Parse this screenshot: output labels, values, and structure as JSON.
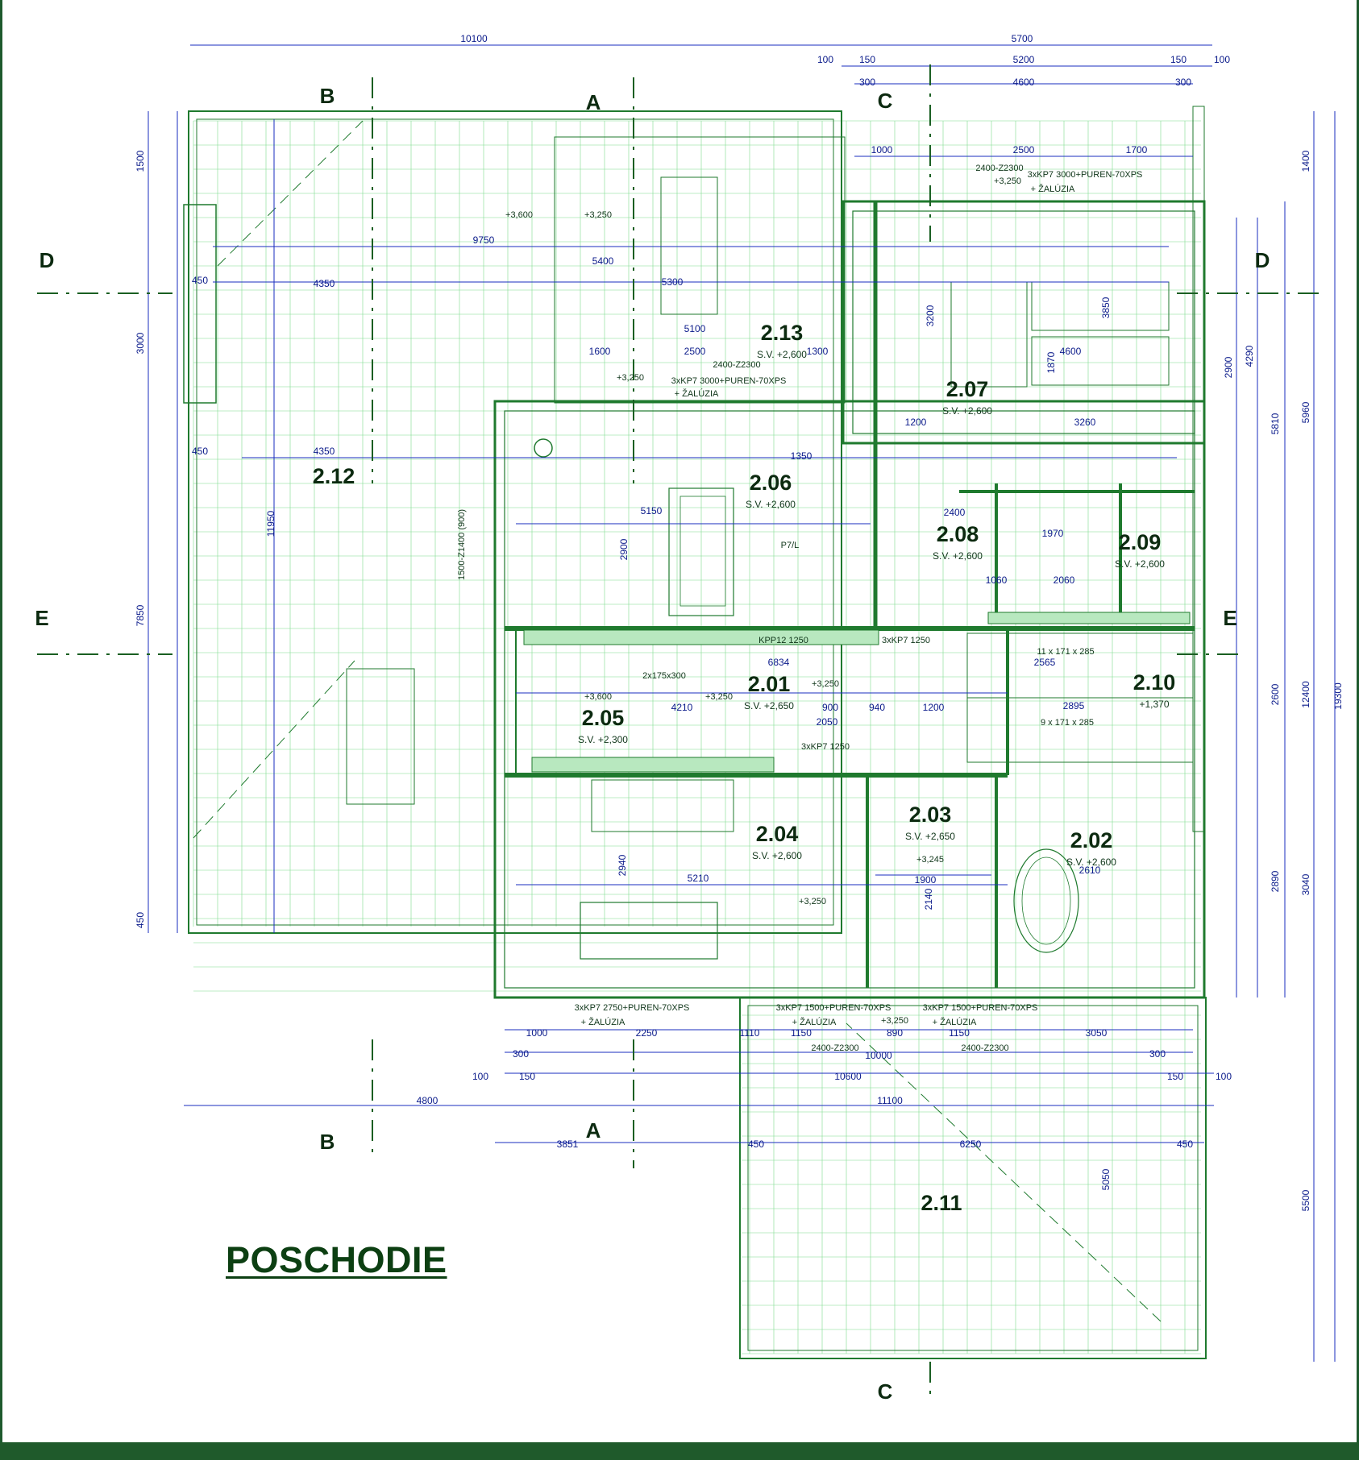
{
  "title": "POSCHODIE",
  "colors": {
    "wall": "#1f7a2e",
    "grid": "#42c75a",
    "dimension": "#1a2dbf",
    "text": "#0c2a10",
    "frame": "#1f5a2b"
  },
  "rooms": [
    {
      "id": "2.01",
      "sub": "S.V. +2,650"
    },
    {
      "id": "2.02",
      "sub": "S.V. +2,600"
    },
    {
      "id": "2.03",
      "sub": "S.V. +2,650"
    },
    {
      "id": "2.04",
      "sub": "S.V. +2,600"
    },
    {
      "id": "2.05",
      "sub": "S.V. +2,300"
    },
    {
      "id": "2.06",
      "sub": "S.V. +2,600"
    },
    {
      "id": "2.07",
      "sub": "S.V. +2,600"
    },
    {
      "id": "2.08",
      "sub": "S.V. +2,600"
    },
    {
      "id": "2.09",
      "sub": "S.V. +2,600"
    },
    {
      "id": "2.10",
      "sub": "+1,370"
    },
    {
      "id": "2.11",
      "sub": ""
    },
    {
      "id": "2.12",
      "sub": ""
    },
    {
      "id": "2.13",
      "sub": "S.V. +2,600"
    }
  ],
  "sections": {
    "a": "A",
    "b": "B",
    "c": "C",
    "d": "D",
    "e": "E"
  },
  "dims_top": {
    "d10100": "10100",
    "d5700": "5700",
    "d100a": "100",
    "d150a": "150",
    "d5200": "5200",
    "d150b": "150",
    "d100b": "100",
    "d300a": "300",
    "d4600": "4600",
    "d300b": "300",
    "d1000": "1000",
    "d2500": "2500",
    "d1700": "1700"
  },
  "dims_bottom": {
    "d1000": "1000",
    "d2250": "2250",
    "d1110": "1110",
    "d1150a": "1150",
    "d890": "890",
    "d1150b": "1150",
    "d3050": "3050",
    "d300a": "300",
    "d10000": "10000",
    "d300b": "300",
    "d100a": "100",
    "d150a": "150",
    "d10600": "10600",
    "d150b": "150",
    "d100b": "100",
    "d4800": "4800",
    "d11100": "11100",
    "d3851": "3851",
    "d450a": "450",
    "d6250": "6250",
    "d450b": "450"
  },
  "dims_left": {
    "d1500": "1500",
    "d3000": "3000",
    "d7850": "7850",
    "d450": "450",
    "d11950": "11950",
    "d4350a": "4350",
    "d4350b": "4350",
    "d9750": "9750",
    "d450a": "450",
    "d450b": "450"
  },
  "dims_right": {
    "d1400": "1400",
    "d5960": "5960",
    "d12400": "12400",
    "d19300": "19300",
    "d5810": "5810",
    "d4290": "4290",
    "d2900": "2900",
    "d2600": "2600",
    "d3040": "3040",
    "d2890": "2890",
    "d5500": "5500",
    "d5050": "5050"
  },
  "interior_dims": {
    "d5150": "5150",
    "d2900": "2900",
    "d1350": "1350",
    "d6834": "6834",
    "d4210": "4210",
    "d2050a": "2050",
    "d900a": "900",
    "d940": "940",
    "d1200": "1200",
    "d5210": "5210",
    "d2940": "2940",
    "d1900": "1900",
    "d2140": "2140",
    "d2610": "2610",
    "d3260": "3260",
    "d1200b": "1200",
    "d4600": "4600",
    "d3850": "3850",
    "d3200": "3200",
    "d1870": "1870",
    "d5400": "5400",
    "d5300": "5300",
    "d5100": "5100",
    "d2500": "2500",
    "d1600": "1600",
    "d1300": "1300",
    "d2400": "2400",
    "d1970": "1970",
    "d1060": "1060",
    "d2060": "2060",
    "d2565": "2565",
    "d2895": "2895"
  },
  "stairs": {
    "upper": "11 x 171 x 285",
    "lower": "9 x 171 x 285"
  },
  "level_tags": {
    "t1": "+3,600",
    "t2": "+3,250",
    "t3": "+3,250",
    "t4": "+3,250",
    "t5": "+3,600",
    "t6": "+3,250",
    "t7": "+3,250",
    "t8": "+3,245",
    "t9": "+3,250",
    "t10": "+3,250"
  },
  "window_notes": {
    "n1": "3xKP7  3000+PUREN-70XPS",
    "n1b": "+ ŽALÚZIA",
    "n2": "3xKP7  3000+PUREN-70XPS",
    "n2b": "+ ŽALÚZIA",
    "n3": "3xKP7  2750+PUREN-70XPS",
    "n3b": "+ ŽALÚZIA",
    "n4": "3xKP7  1500+PUREN-70XPS",
    "n4b": "+ ŽALÚZIA",
    "n5": "3xKP7  1500+PUREN-70XPS",
    "n5b": "+ ŽALÚZIA",
    "n6": "2400-Z2300",
    "n7": "2400-Z2300",
    "n8": "2400-Z2300",
    "n9": "2400-Z2300",
    "n10": "1500-Z1400 (900)",
    "n11": "KPP12 1250",
    "n12": "3xKP7 1250",
    "n13": "3xKP7 1250",
    "n14": "2x175x300",
    "n15": "P7/L"
  }
}
